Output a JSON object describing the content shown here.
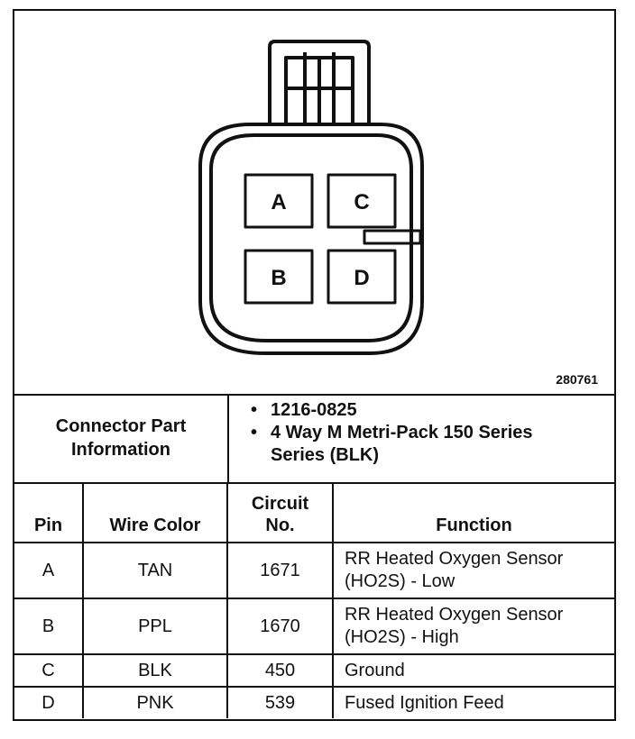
{
  "figure_id": "280761",
  "connector": {
    "pins": [
      "A",
      "C",
      "B",
      "D"
    ]
  },
  "part_info": {
    "label": "Connector Part Information",
    "items": [
      "1216-0825",
      "4 Way M Metri-Pack 150 Series Series (BLK)"
    ]
  },
  "table": {
    "headers": {
      "pin": "Pin",
      "wire_color": "Wire Color",
      "circuit": "Circuit No.",
      "function": "Function"
    },
    "rows": [
      {
        "pin": "A",
        "wire_color": "TAN",
        "circuit": "1671",
        "function": "RR Heated Oxygen Sensor (HO2S) - Low"
      },
      {
        "pin": "B",
        "wire_color": "PPL",
        "circuit": "1670",
        "function": "RR Heated Oxygen Sensor (HO2S) - High"
      },
      {
        "pin": "C",
        "wire_color": "BLK",
        "circuit": "450",
        "function": "Ground"
      },
      {
        "pin": "D",
        "wire_color": "PNK",
        "circuit": "539",
        "function": "Fused Ignition Feed"
      }
    ]
  }
}
